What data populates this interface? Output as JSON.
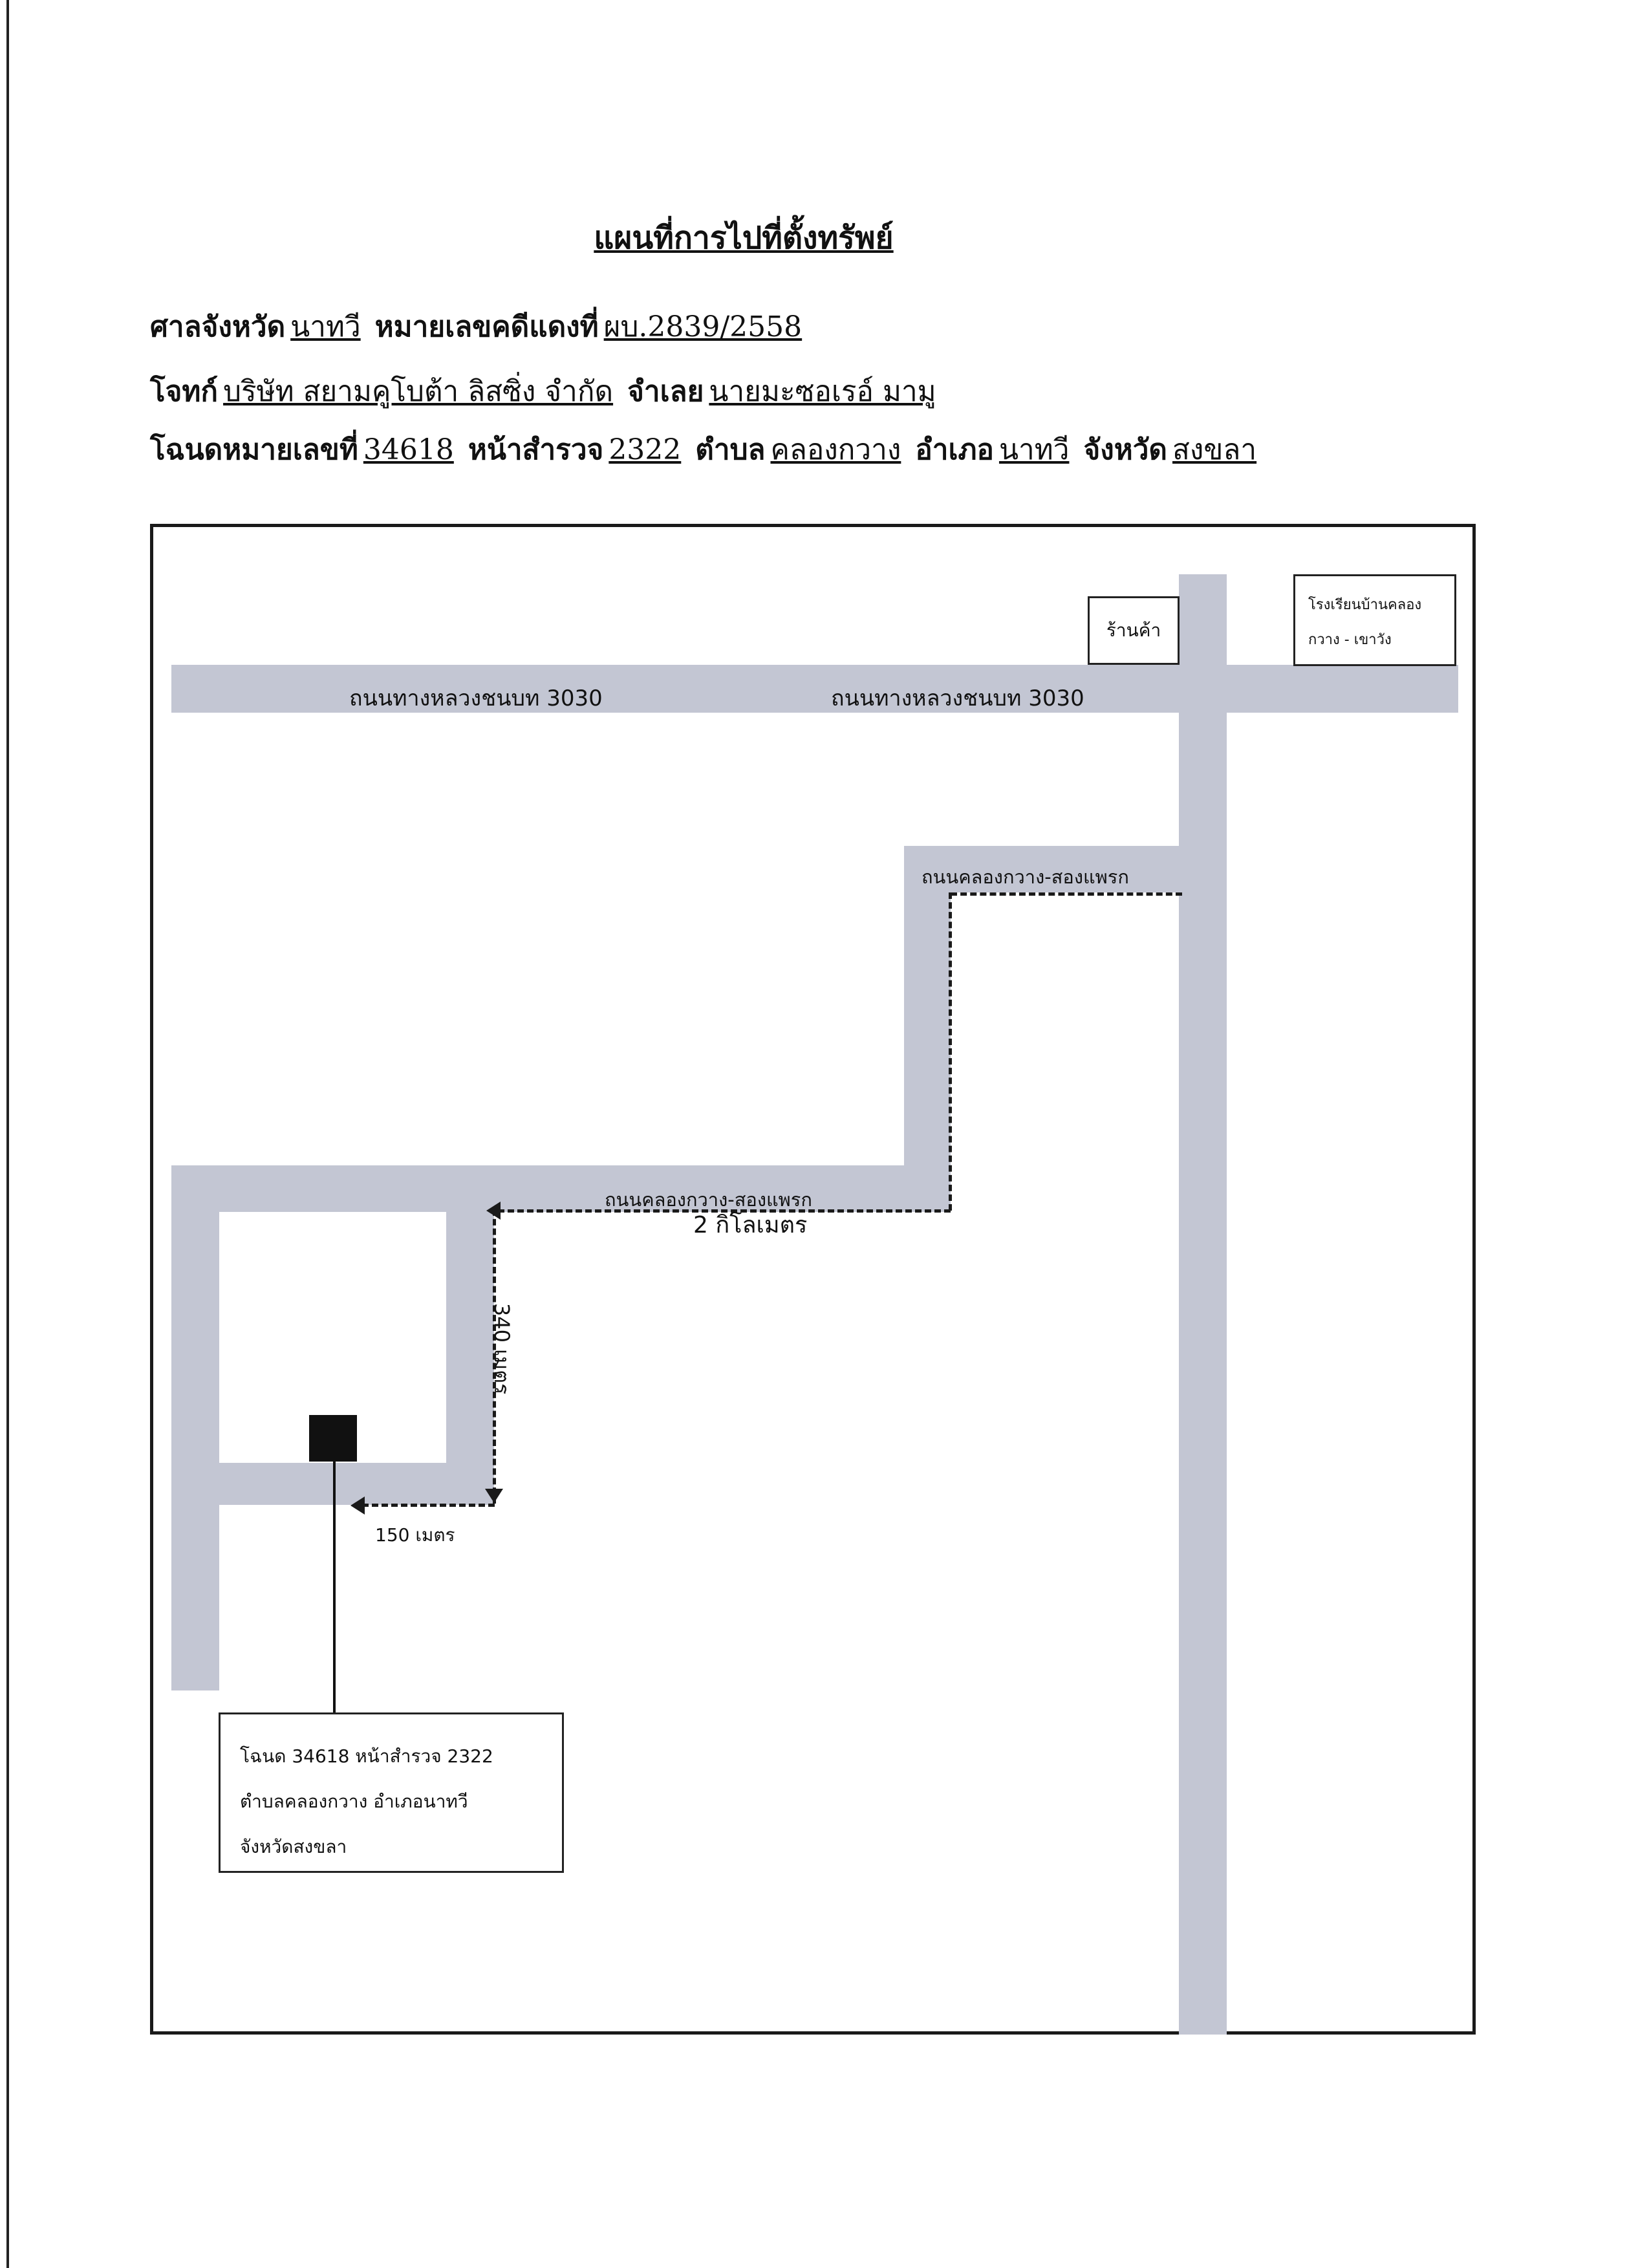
{
  "title": "แผนที่การไปที่ตั้งทรัพย์",
  "case": {
    "court_label": "ศาลจังหวัด",
    "court_value": "นาทวี",
    "case_no_label": "หมายเลขคดีแดงที่",
    "case_no_value": "ผบ.2839/2558"
  },
  "parties": {
    "plaintiff_label": "โจทก์",
    "plaintiff_value": "บริษัท สยามคูโบต้า ลิสซิ่ง   จำกัด",
    "defendant_label": "จำเลย",
    "defendant_value": "นายมะซอเรอ์ มามู"
  },
  "deed": {
    "deed_label": "โฉนดหมายเลขที่",
    "deed_value": "34618",
    "survey_label": "หน้าสำรวจ",
    "survey_value": "2322",
    "subdistrict_label": "ตำบล",
    "subdistrict_value": "คลองกวาง",
    "district_label": "อำเภอ",
    "district_value": "นาทวี",
    "province_label": "จังหวัด",
    "province_value": "สงขลา"
  },
  "map": {
    "road_highway_left": "ถนนทางหลวงชนบท 3030",
    "road_highway_right": "ถนนทางหลวงชนบท 3030",
    "road_klong_upper": "ถนนคลองกวาง-สองแพรก",
    "road_klong_lower": "ถนนคลองกวาง-สองแพรก",
    "distance_2km": "2 กิโลเมตร",
    "distance_340m": "340 เมตร",
    "distance_150m": "150 เมตร",
    "shop": "ร้านค้า",
    "school_line1": "โรงเรียนบ้านคลอง",
    "school_line2": "กวาง - เขาวัง",
    "plot_line1": "โฉนด 34618  หน้าสำรวจ  2322",
    "plot_line2": "ตำบลคลองกวาง   อำเภอนาทวี",
    "plot_line3": "จังหวัดสงขลา",
    "road_color": "#c3c6d3"
  }
}
